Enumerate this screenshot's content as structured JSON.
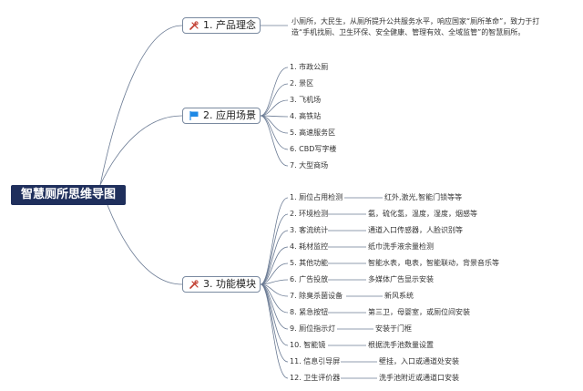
{
  "root": {
    "title": "智慧厕所思维导图"
  },
  "branches": [
    {
      "label": "1. 产品理念",
      "icon": "tools-icon",
      "description_line1": "小厕所，大民生，从厕所提升公共服务水平，响应国家“厕所革命”，致力于打",
      "description_line2": "造“手机找厕、卫生环保、安全健康、管理有效、全域监管”的智慧厕所。"
    },
    {
      "label": "2. 应用场景",
      "icon": "flag-icon",
      "items": [
        "1. 市政公厕",
        "2. 景区",
        "3. 飞机场",
        "4. 高铁站",
        "5. 高速服务区",
        "6. CBD写字楼",
        "7. 大型商场"
      ]
    },
    {
      "label": "3. 功能模块",
      "icon": "tools-icon",
      "items": [
        {
          "label": "1. 厕位占用检测",
          "detail": "红外,激光,智能门锁等等"
        },
        {
          "label": "2. 环境检测",
          "detail": "氨，硫化氢，温度，湿度，烟感等"
        },
        {
          "label": "3. 客流统计",
          "detail": "通道入口传感器，人脸识别等"
        },
        {
          "label": "4. 耗材监控",
          "detail": "纸巾洗手液余量检测"
        },
        {
          "label": "5. 其他功能",
          "detail": "智能水表，电表，智能联动，背景音乐等"
        },
        {
          "label": "6. 广告投放",
          "detail": "多媒体广告显示安装"
        },
        {
          "label": "7. 除臭杀菌设备",
          "detail": "新风系统"
        },
        {
          "label": "8. 紧急按钮",
          "detail": "第三卫，母婴室，或厕位间安装"
        },
        {
          "label": "9. 厕位指示灯",
          "detail": "安装于门框"
        },
        {
          "label": "10. 智能镜",
          "detail": "根据洗手池数量设置"
        },
        {
          "label": "11. 信息引导屏",
          "detail": "壁挂，入口或通道处安装"
        },
        {
          "label": "12. 卫生评价器",
          "detail": "洗手池附近或通道口安装"
        }
      ]
    }
  ],
  "colors": {
    "root_bg": "#1f2f5c",
    "line": "#6b7b94",
    "tools_icon": "#c0392b",
    "flag_icon": "#1e88e5"
  }
}
